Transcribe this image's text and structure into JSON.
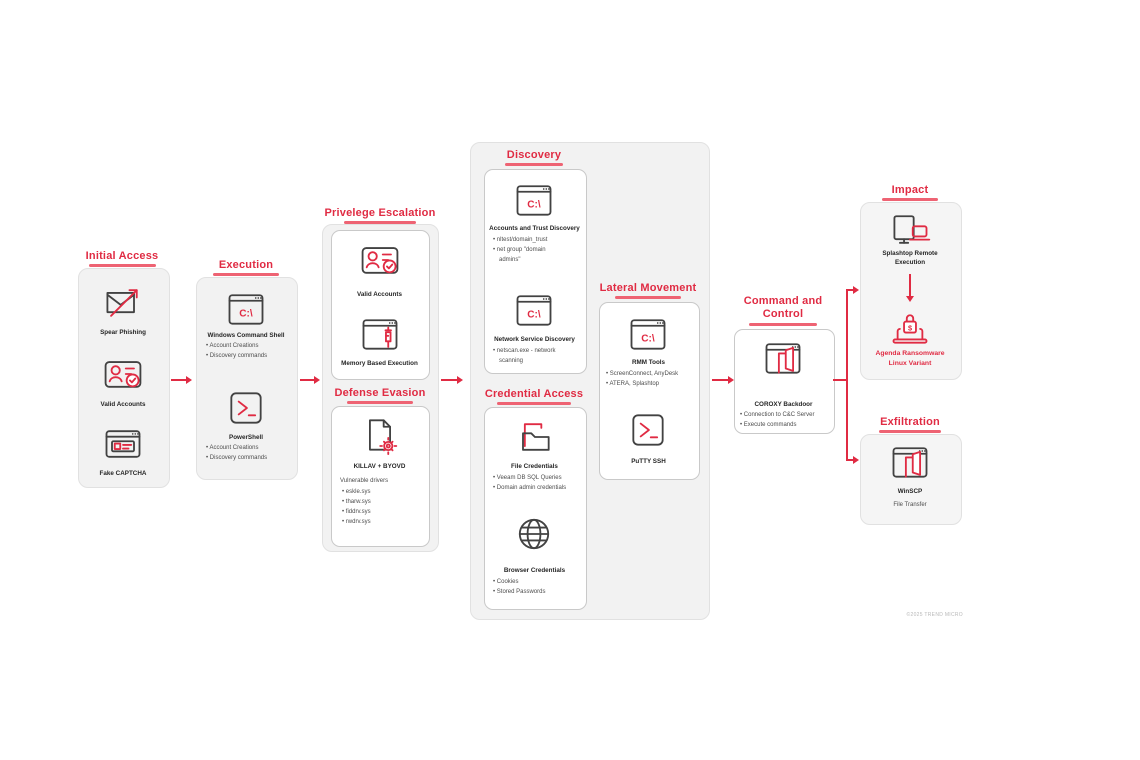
{
  "watermark": "©2025 TREND MICRO",
  "colors": {
    "accent_red": "#e02b43",
    "underline_red": "#ee6373",
    "panel_gray": "#f2f2f2"
  },
  "sections": {
    "initial_access": {
      "title": "Initial Access",
      "items": [
        {
          "icon": "spear-phishing-icon",
          "label": "Spear Phishing"
        },
        {
          "icon": "valid-accounts-icon",
          "label": "Valid Accounts"
        },
        {
          "icon": "fake-captcha-icon",
          "label": "Fake CAPTCHA"
        }
      ]
    },
    "execution": {
      "title": "Execution",
      "items": [
        {
          "icon": "command-shell-icon",
          "label": "Windows Command Shell",
          "bullets": [
            "Account Creations",
            "Discovery commands"
          ]
        },
        {
          "icon": "powershell-icon",
          "label": "PowerShell",
          "bullets": [
            "Account Creations",
            "Discovery commands"
          ]
        }
      ]
    },
    "privilege_escalation": {
      "title": "Privelege Escalation",
      "items": [
        {
          "icon": "valid-accounts-icon",
          "label": "Valid Accounts"
        },
        {
          "icon": "memory-execution-icon",
          "label": "Memory Based Execution"
        }
      ]
    },
    "defense_evasion": {
      "title": "Defense Evasion",
      "items": [
        {
          "icon": "driver-file-icon",
          "label": "KILLAV + BYOVD",
          "note": "Vulnerable drivers",
          "bullets": [
            "eskle.sys",
            "tharw.sys",
            "fiddrv.sys",
            "rwdrv.sys"
          ]
        }
      ]
    },
    "discovery": {
      "title": "Discovery",
      "items": [
        {
          "icon": "command-shell-icon",
          "label": "Accounts and Trust Discovery",
          "bullets": [
            "nltest/domain_trust",
            "net group \"domain admins\""
          ]
        },
        {
          "icon": "command-shell-icon",
          "label": "Network Service Discovery",
          "bullets": [
            "netscan.exe - network scanning"
          ]
        }
      ]
    },
    "credential_access": {
      "title": "Credential Access",
      "items": [
        {
          "icon": "file-credentials-icon",
          "label": "File Credentials",
          "bullets": [
            "Veeam DB SQL Queries",
            "Domain admin credentials"
          ]
        },
        {
          "icon": "browser-globe-icon",
          "label": "Browser Credentials",
          "bullets": [
            "Cookies",
            "Stored Passwords"
          ]
        }
      ]
    },
    "lateral_movement": {
      "title": "Lateral Movement",
      "items": [
        {
          "icon": "command-shell-icon",
          "label": "RMM Tools",
          "bullets": [
            "ScreenConnect, AnyDesk",
            "ATERA, Splashtop"
          ]
        },
        {
          "icon": "powershell-icon",
          "label": "PuTTY SSH"
        }
      ]
    },
    "command_and_control": {
      "title": "Command and Control",
      "items": [
        {
          "icon": "backdoor-icon",
          "label": "COROXY Backdoor",
          "bullets": [
            "Connection to C&C Server",
            "Execute commands"
          ]
        }
      ]
    },
    "impact": {
      "title": "Impact",
      "items": [
        {
          "icon": "remote-devices-icon",
          "label": "Splashtop Remote Execution"
        },
        {
          "icon": "ransomware-lock-icon",
          "label": "Agenda Ransomware Linux Variant"
        }
      ]
    },
    "exfiltration": {
      "title": "Exfiltration",
      "items": [
        {
          "icon": "backdoor-icon",
          "label": "WinSCP",
          "sublabel": "File Transfer"
        }
      ]
    }
  }
}
